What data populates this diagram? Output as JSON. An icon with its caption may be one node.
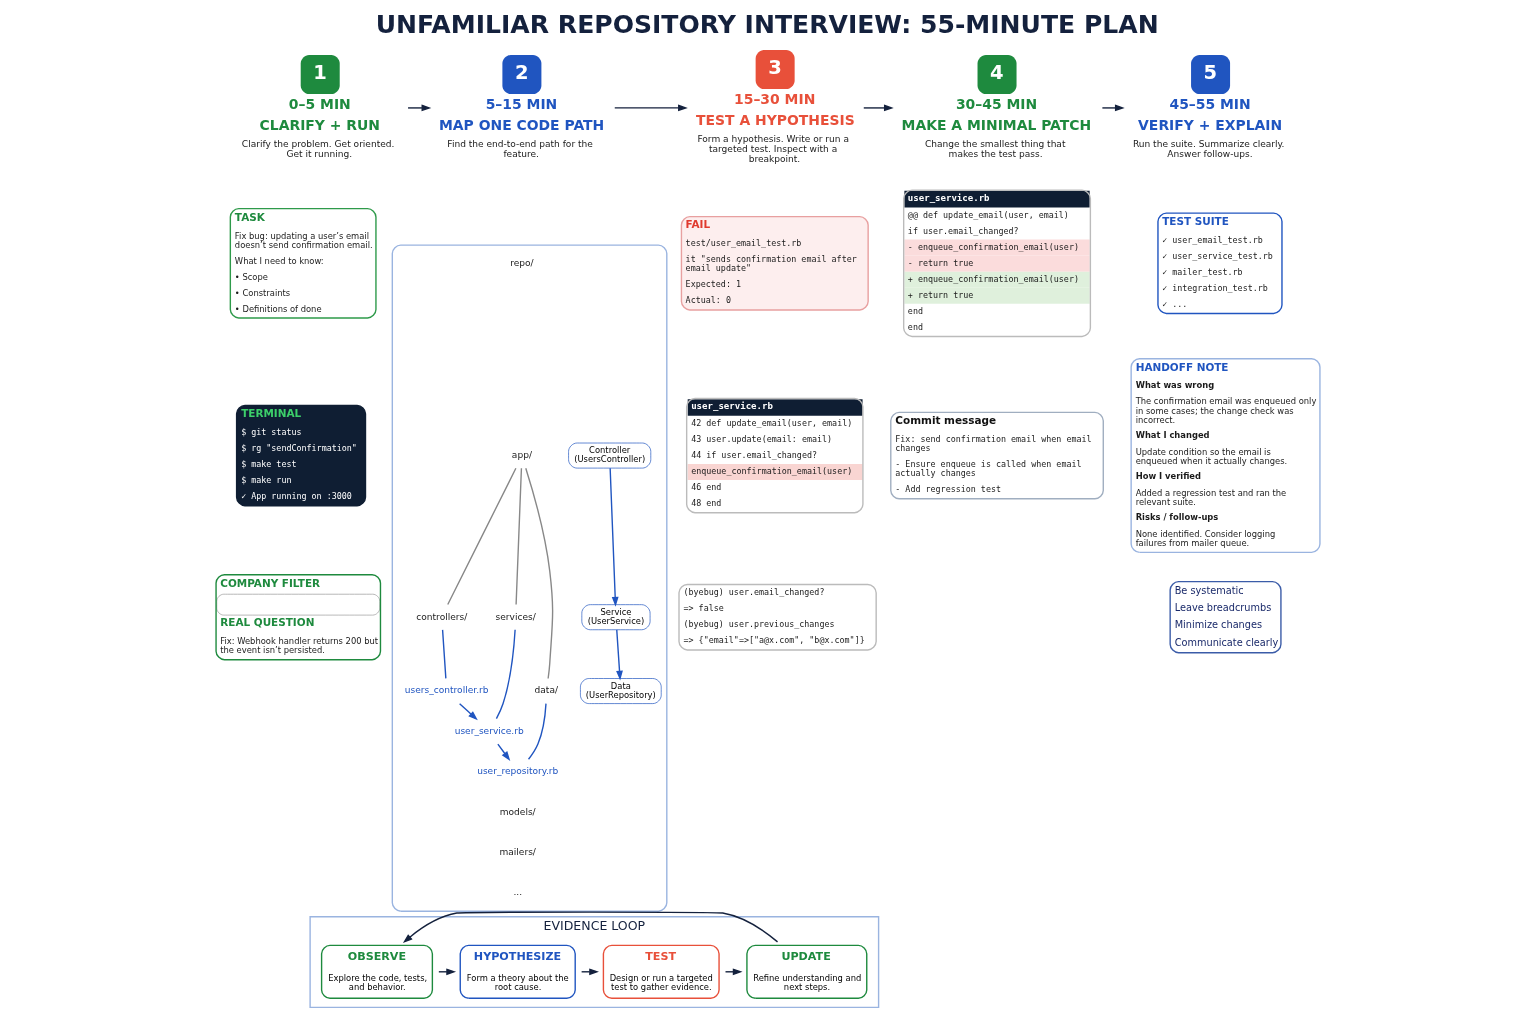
{
  "diagram": {
    "title": "UNFAMILIAR REPOSITORY INTERVIEW: 55-MINUTE PLAN",
    "nodes": [
      {
        "text": [
          "1"
        ],
        "beside": [
          "0–5 MIN",
          "CLARIFY + RUN",
          "Clarify the problem. Get oriented. Get it running."
        ]
      },
      {
        "text": [
          "2"
        ],
        "beside": [
          "5–15 MIN",
          "MAP ONE CODE PATH",
          "Find the end-to-end path for the feature."
        ]
      },
      {
        "text": [
          "3"
        ],
        "beside": [
          "15–30 MIN",
          "TEST A HYPOTHESIS",
          "Form a hypothesis. Write or run a targeted test. Inspect with a breakpoint."
        ]
      },
      {
        "text": [
          "4"
        ],
        "beside": [
          "30–45 MIN",
          "MAKE A MINIMAL PATCH",
          "Change the smallest thing that makes the test pass."
        ]
      },
      {
        "text": [
          "5"
        ],
        "beside": [
          "45–55 MIN",
          "VERIFY + EXPLAIN",
          "Run the suite. Summarize clearly. Answer follow-ups."
        ]
      },
      {
        "text": [
          "TASK",
          "Fix bug: updating a user’s email doesn’t send confirmation email.",
          "What I need to know:",
          "• Scope",
          "• Constraints",
          "• Definitions of done"
        ]
      },
      {
        "text": [
          "TERMINAL",
          "$ git status",
          "$ rg \"sendConfirmation\"",
          "$ make test",
          "$ make run",
          "✓ App running on :3000"
        ]
      },
      {
        "text": [],
        "shape": "box"
      },
      {
        "text": [
          "repo/"
        ],
        "in": 7
      },
      {
        "text": [
          "app/"
        ],
        "in": 7
      },
      {
        "text": [
          "controllers/"
        ],
        "in": 7
      },
      {
        "text": [
          "users_controller.rb"
        ],
        "in": 7
      },
      {
        "text": [
          "services/"
        ],
        "in": 7
      },
      {
        "text": [
          "user_service.rb"
        ],
        "in": 7
      },
      {
        "text": [
          "data/"
        ],
        "in": 7
      },
      {
        "text": [
          "user_repository.rb"
        ],
        "in": 7
      },
      {
        "text": [
          "models/"
        ],
        "in": 7
      },
      {
        "text": [
          "mailers/"
        ],
        "in": 7
      },
      {
        "text": [
          "..."
        ],
        "in": 7
      },
      {
        "text": [
          "Controller",
          "(UsersController)"
        ],
        "in": 7
      },
      {
        "text": [
          "Service",
          "(UserService)"
        ],
        "in": 7
      },
      {
        "text": [
          "Data",
          "(UserRepository)"
        ],
        "in": 7
      },
      {
        "text": [
          "FAIL",
          "test/user_email_test.rb",
          "it \"sends confirmation email after email update\"",
          "Expected: 1",
          "Actual: 0"
        ]
      },
      {
        "text": [
          "user_service.rb",
          "42 def update_email(user, email)",
          "43 user.update(email: email)",
          "44 if user.email_changed?",
          "enqueue_confirmation_email(user)",
          "46 end",
          "48 end"
        ]
      },
      {
        "text": [
          "(byebug) user.email_changed?",
          "=> false",
          "(byebug) user.previous_changes",
          "=> {\"email\"=>[\"a@x.com\", \"b@x.com\"]}"
        ]
      },
      {
        "text": [
          "user_service.rb",
          "@@ def update_email(user, email)",
          "if user.email_changed?",
          "- enqueue_confirmation_email(user)",
          "- return true",
          "+ enqueue_confirmation_email(user)",
          "+ return true",
          "end",
          "end"
        ]
      },
      {
        "text": [
          "Commit message",
          "Fix: send confirmation email when email changes",
          "- Ensure enqueue is called when email actually changes",
          "- Add regression test"
        ]
      },
      {
        "text": [
          "TEST SUITE",
          "✓ user_email_test.rb",
          "✓ user_service_test.rb",
          "✓ mailer_test.rb",
          "✓ integration_test.rb",
          "✓ ..."
        ]
      },
      {
        "text": [
          "HANDOFF NOTE",
          "What was wrong",
          "The confirmation email was enqueued only in some cases; the change check was incorrect.",
          "What I changed",
          "Update condition so the email is enqueued when it actually changes.",
          "How I verified",
          "Added a regression test and ran the relevant suite.",
          "Risks / follow-ups",
          "None identified. Consider logging failures from mailer queue."
        ]
      },
      {
        "text": [
          "COMPANY FILTER",
          "REAL QUESTION",
          "Fix: Webhook handler returns 200 but the event isn’t persisted."
        ]
      },
      {
        "text": [
          "EVIDENCE LOOP"
        ]
      },
      {
        "text": [
          "OBSERVE",
          "Explore the code, tests, and behavior."
        ],
        "in": 30
      },
      {
        "text": [
          "HYPOTHESIZE",
          "Form a theory about the root cause."
        ],
        "in": 30
      },
      {
        "text": [
          "TEST",
          "Design or run a targeted test to gather evidence."
        ],
        "in": 30
      },
      {
        "text": [
          "UPDATE",
          "Refine understanding and next steps."
        ],
        "in": 30
      },
      {
        "text": [
          "Be systematic",
          "Leave breadcrumbs",
          "Minimize changes",
          "Communicate clearly"
        ]
      }
    ],
    "edges": [
      {
        "from": 0,
        "to": 1,
        "arrow": "to"
      },
      {
        "from": 1,
        "to": 2,
        "arrow": "to"
      },
      {
        "from": 2,
        "to": 3,
        "arrow": "to"
      },
      {
        "from": 3,
        "to": 4,
        "arrow": "to"
      },
      {
        "from": 9,
        "to": 10,
        "arrow": "none",
        "color": "#888888"
      },
      {
        "from": 9,
        "to": 12,
        "arrow": "none",
        "color": "#888888"
      },
      {
        "from": 9,
        "to": 14,
        "arrow": "none",
        "color": "#888888"
      },
      {
        "from": 10,
        "to": 11,
        "arrow": "none",
        "color": "#2055c0"
      },
      {
        "from": 12,
        "to": 13,
        "arrow": "none",
        "color": "#2055c0"
      },
      {
        "from": 14,
        "to": 15,
        "arrow": "none",
        "color": "#2055c0"
      },
      {
        "from": 11,
        "to": 13,
        "arrow": "to",
        "color": "#2055c0"
      },
      {
        "from": 13,
        "to": 15,
        "arrow": "to",
        "color": "#2055c0"
      },
      {
        "from": 19,
        "to": 20,
        "arrow": "to",
        "color": "#2055c0"
      },
      {
        "from": 20,
        "to": 21,
        "arrow": "to",
        "color": "#2055c0"
      },
      {
        "from": 31,
        "to": 32,
        "arrow": "to"
      },
      {
        "from": 32,
        "to": 33,
        "arrow": "to"
      },
      {
        "from": 33,
        "to": 34,
        "arrow": "to"
      },
      {
        "from": 34,
        "to": 31,
        "arrow": "to"
      }
    ]
  }
}
